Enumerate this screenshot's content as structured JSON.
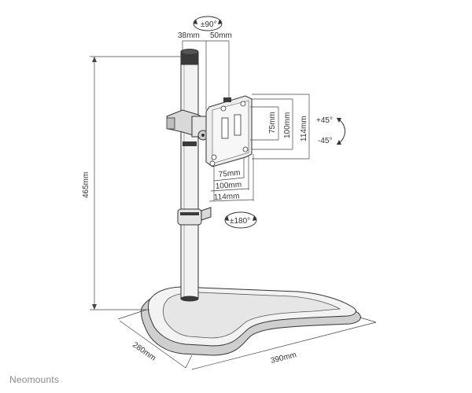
{
  "brand": {
    "name": "Neomounts"
  },
  "dimensions": {
    "height_total": "465mm",
    "base_depth": "280mm",
    "base_width": "390mm",
    "offset_a": "38mm",
    "offset_b": "50mm",
    "vesa_h1": "75mm",
    "vesa_h2": "100mm",
    "vesa_h3": "114mm",
    "vesa_w1": "75mm",
    "vesa_w2": "100mm",
    "vesa_w3": "114mm"
  },
  "rotations": {
    "swivel": "±90°",
    "rotate": "±180°",
    "tilt_up": "+45°",
    "tilt_down": "-45°"
  },
  "colors": {
    "line": "#333333",
    "fill_light": "#f2f2f2",
    "fill_mid": "#d9d9d9",
    "fill_dark": "#3a3a3a"
  }
}
